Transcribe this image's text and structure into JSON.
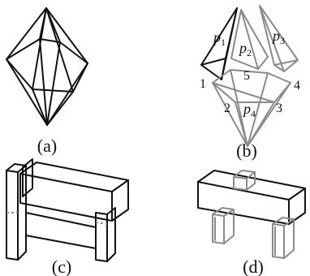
{
  "captions": {
    "a": "(a)",
    "b": "(b)",
    "c": "(c)",
    "d": "(d)"
  },
  "piece_labels": {
    "p1": {
      "letter": "p",
      "sub": "1"
    },
    "p2": {
      "letter": "p",
      "sub": "2"
    },
    "p3": {
      "letter": "p",
      "sub": "3"
    },
    "p4": {
      "letter": "p",
      "sub": "4"
    }
  },
  "vertex_numbers": {
    "v1": "1",
    "v2": "2",
    "v3": "3",
    "v4": "4",
    "v5": "5"
  },
  "colors": {
    "ink": "#111111",
    "part_gray": "#8a8a8a",
    "background": "#ffffff"
  }
}
